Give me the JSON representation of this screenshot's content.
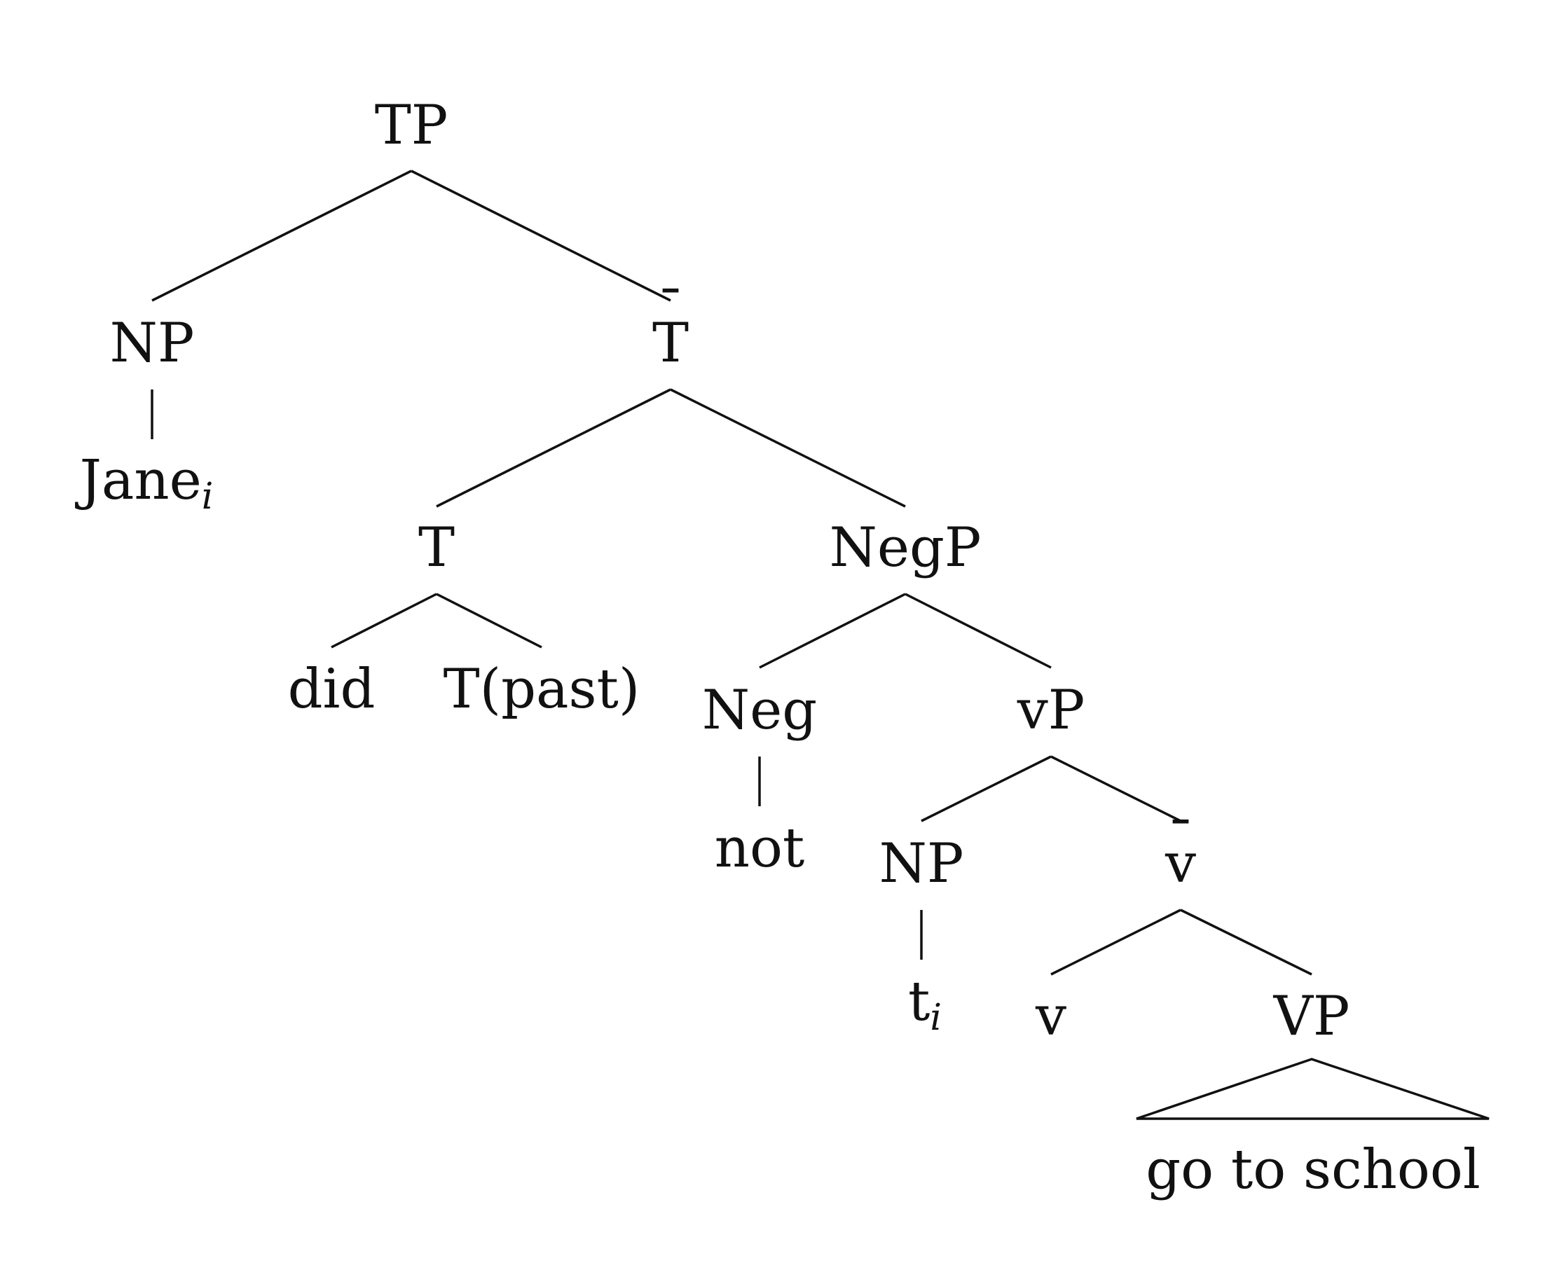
{
  "tree": {
    "tp": "TP",
    "np_subject": "NP",
    "jane": "Jane",
    "jane_index": "i",
    "t_bar": "T",
    "t_bar_mark": "¯",
    "t": "T",
    "did": "did",
    "t_past": "T(past)",
    "negp": "NegP",
    "neg": "Neg",
    "not": "not",
    "vp_little": "vP",
    "np_trace": "NP",
    "trace": "t",
    "trace_index": "i",
    "v_bar": "v",
    "v_bar_mark": "¯",
    "v": "v",
    "vp": "VP",
    "go_to_school": "go to school"
  }
}
